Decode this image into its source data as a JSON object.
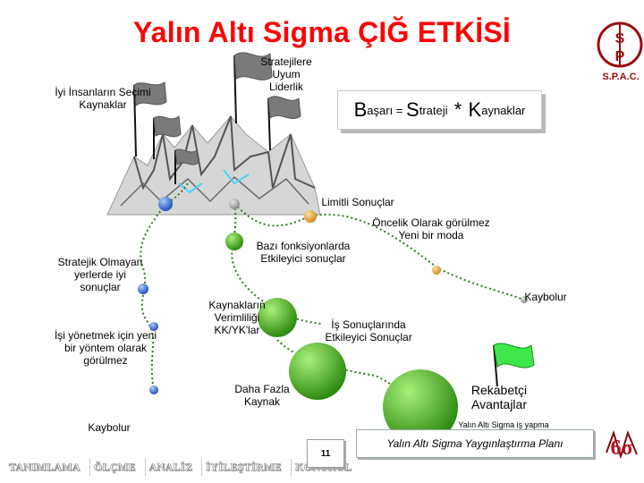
{
  "header": {
    "title": "Yalın Altı Sigma ÇIĞ ETKİSİ",
    "logo_text": "S.P.A.C.",
    "logo_letters": [
      "S",
      "P"
    ]
  },
  "formula": {
    "b": "B",
    "b_rest": "aşarı =",
    "s": "S",
    "s_rest": "trateji",
    "op": "*",
    "k": "K",
    "k_rest": "aynaklar"
  },
  "labels": {
    "best_people": "İyi İnsanların Seçimi\nKaynaklar",
    "strategy_leader": "Stratejilere\nUyum\nLiderlik",
    "limited_results": "Limitli Sonuçlar",
    "priority": "Öncelik Olarak görülmez\nYeni bir moda",
    "some_functions": "Bazı fonksiyonlarda\nEtkileyici sonuçlar",
    "non_strategic": "Stratejik Olmayan\nyerlerde iyi\nsonuçlar",
    "vanish_right": "Kaybolur",
    "resource_efficiency": "Kaynakların\nVerimliliği\nKK/YK'lar",
    "new_method": "İşi yönetmek için yeni\nbir yöntem olarak\ngörülmez",
    "business_results": "İş Sonuçlarında\nEtkileyici Sonuçlar",
    "more_resource": "Daha Fazla\nKaynak",
    "competitive": "Rekabetçi\nAvantajlar",
    "vanish_left": "Kaybolur",
    "lean_way": "Yalın Altı Sigma iş yapma\nbiçimimizdir"
  },
  "footer": {
    "tabs": [
      "TANIMLAMA",
      "ÖLÇME",
      "ANALİZ",
      "İYİLEŞTİRME",
      "KONTROL"
    ],
    "page_number": "11",
    "plan": "Yalın Altı Sigma Yaygınlaştırma Planı",
    "sigma_logo": "6σ"
  },
  "colors": {
    "title": "#ff0000",
    "ball_green": "#4caf1f",
    "ball_orange": "#f0b44a",
    "ball_blue": "#3f7fe0",
    "path_dotted": "#2e7a1f",
    "flag_gray": "#7d7d7d",
    "flag_green": "#3fe84a"
  }
}
